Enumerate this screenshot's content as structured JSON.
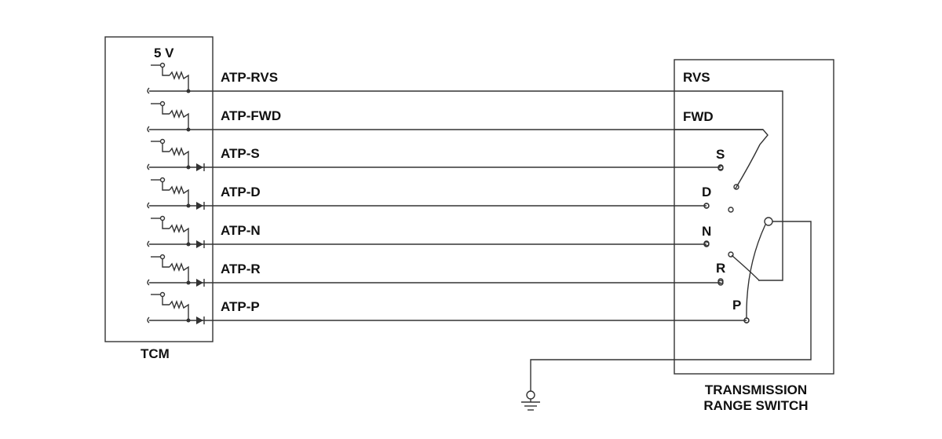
{
  "tcm": {
    "supply_label": "5 V",
    "box_label": "TCM"
  },
  "switch": {
    "box_label_line1": "TRANSMISSION",
    "box_label_line2": "RANGE SWITCH",
    "contact_labels": [
      "RVS",
      "FWD",
      "S",
      "D",
      "N",
      "R",
      "P"
    ]
  },
  "signals": [
    {
      "name": "ATP-RVS",
      "diode": false
    },
    {
      "name": "ATP-FWD",
      "diode": false
    },
    {
      "name": "ATP-S",
      "diode": true
    },
    {
      "name": "ATP-D",
      "diode": true
    },
    {
      "name": "ATP-N",
      "diode": true
    },
    {
      "name": "ATP-R",
      "diode": true
    },
    {
      "name": "ATP-P",
      "diode": true
    }
  ],
  "ground_icon": "ground-symbol-icon",
  "colors": {
    "line": "#333333",
    "text": "#111111",
    "background": "#ffffff"
  }
}
